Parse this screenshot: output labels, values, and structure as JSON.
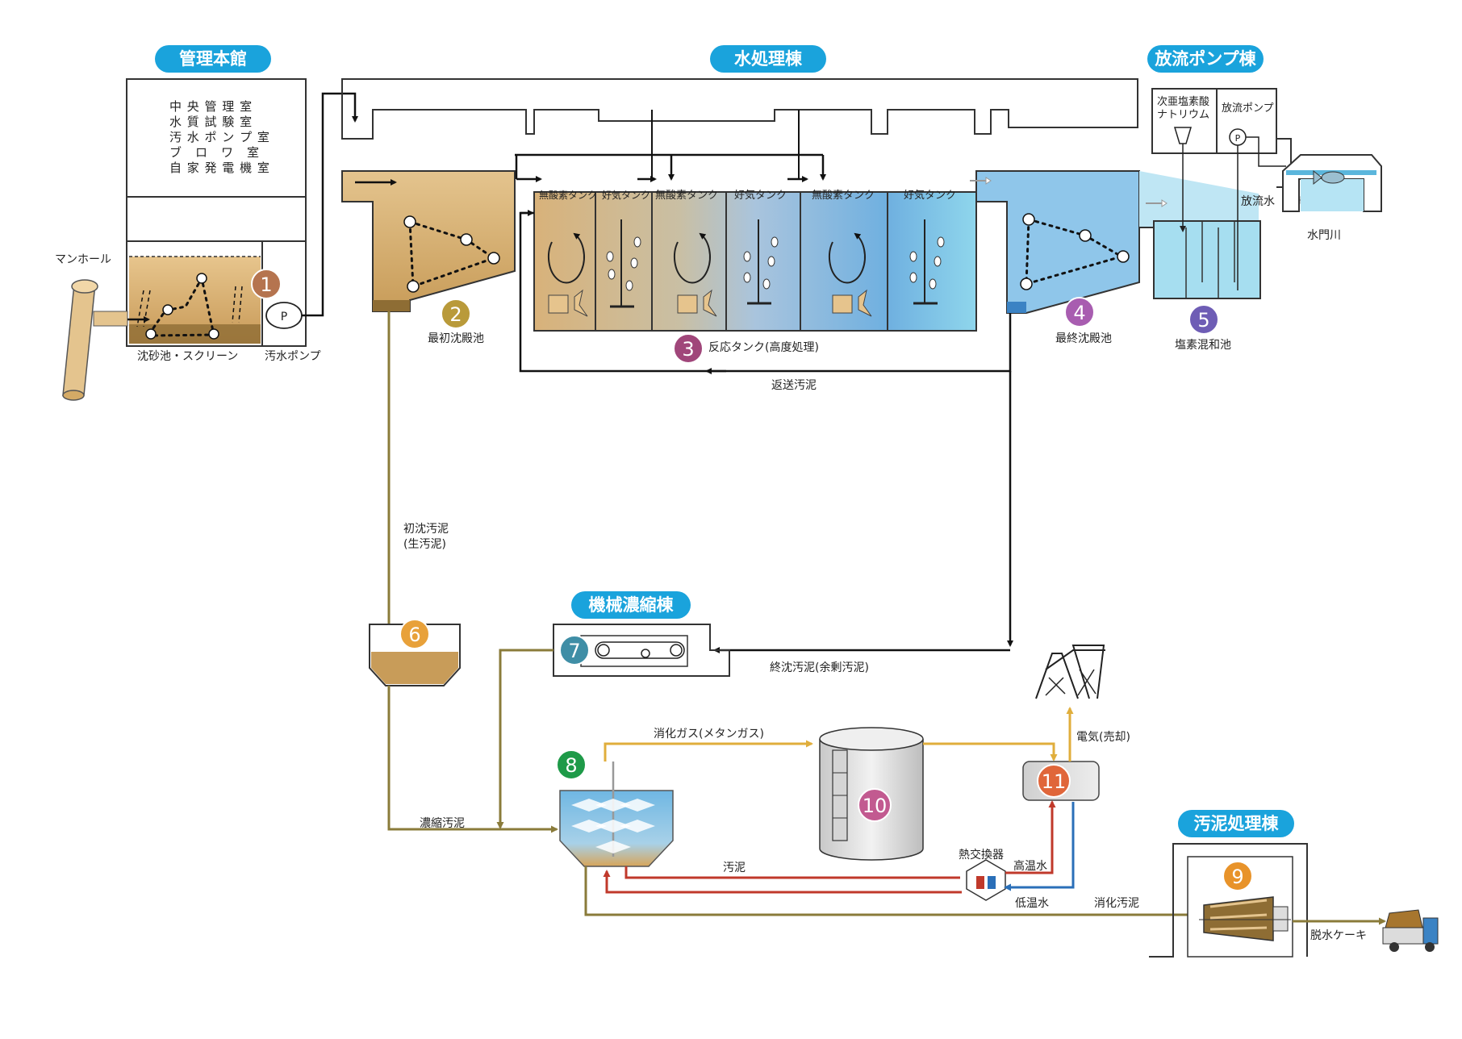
{
  "buildings": {
    "admin": "管理本館",
    "water_treatment": "水処理棟",
    "discharge_pump": "放流ポンプ棟",
    "thickening": "機械濃縮棟",
    "sludge_treatment": "汚泥処理棟"
  },
  "admin_rooms": [
    "中 央 管 理 室",
    "水 質 試 験 室",
    "汚 水 ポ ン プ 室",
    "ブ　ロ　ワ　室",
    "自 家 発 電 機 室"
  ],
  "labels": {
    "manhole": "マンホール",
    "grit_screen": "沈砂池・スクリーン",
    "sewage_pump": "汚水ポンプ",
    "pump_symbol": "P",
    "primary_settling": "最初沈殿池",
    "reaction_tank": "反応タンク(高度処理)",
    "anoxic": "無酸素タンク",
    "aerobic": "好気タンク",
    "final_settling": "最終沈殿池",
    "chlorine_tank": "塩素混和池",
    "hypochlorite_l1": "次亜塩素酸",
    "hypochlorite_l2": "ナトリウム",
    "discharge_pump": "放流ポンプ",
    "discharge_water": "放流水",
    "river": "水門川",
    "return_sludge": "返送汚泥",
    "primary_sludge_l1": "初沈汚泥",
    "primary_sludge_l2": "(生汚泥)",
    "excess_sludge": "終沈汚泥(余剰汚泥)",
    "thickened_sludge": "濃縮汚泥",
    "digestion_gas": "消化ガス(メタンガス)",
    "electricity": "電気(売却)",
    "sludge": "汚泥",
    "heat_exchanger": "熱交換器",
    "hot_water": "高温水",
    "cold_water": "低温水",
    "digested_sludge": "消化汚泥",
    "dewatered_cake": "脱水ケーキ"
  },
  "numbers": [
    "1",
    "2",
    "3",
    "4",
    "5",
    "6",
    "7",
    "8",
    "9",
    "10",
    "11"
  ],
  "colors": {
    "pill": "#1aa3dc",
    "n1": "#b5744f",
    "n2": "#b99a3a",
    "n3": "#a0467a",
    "n4": "#a85db0",
    "n5": "#6e5db5",
    "n6": "#e8a13a",
    "n7": "#3f8ea6",
    "n8": "#1e9a48",
    "n9": "#e8932a",
    "n10": "#c25a90",
    "n11": "#e0663a",
    "sewage": "#d9b36a",
    "clear": "#9fd8ec"
  },
  "icons": [
    "manhole-pipe-icon",
    "pump-icon",
    "mixer-icon",
    "diffuser-icon",
    "fish-icon",
    "transmission-tower-icon",
    "truck-icon",
    "belt-thickener-icon",
    "centrifuge-icon"
  ]
}
